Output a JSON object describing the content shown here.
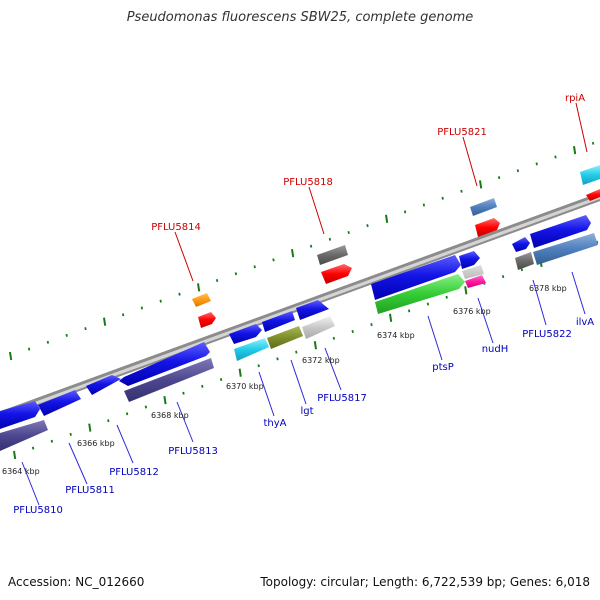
{
  "title": "Pseudomonas fluorescens SBW25, complete genome",
  "footer": {
    "accession": "Accession: NC_012660",
    "summary": "Topology: circular; Length: 6,722,539 bp; Genes: 6,018"
  },
  "colors": {
    "backbone": "#8c8c8c",
    "ticks": "#1a7a1a",
    "scale_label": "#222222",
    "label_red": "#cc0000",
    "label_blue": "#0000bb",
    "leader_red": "#cc0000",
    "leader_blue": "#2a2ae0"
  },
  "scale_labels": [
    "6364 kbp",
    "6366 kbp",
    "6368 kbp",
    "6370 kbp",
    "6372 kbp",
    "6374 kbp",
    "6376 kbp",
    "6378 kbp"
  ],
  "gene_labels_top": [
    "PFLU5814",
    "PFLU5818",
    "PFLU5821",
    "rpiA"
  ],
  "gene_labels_bottom": [
    "PFLU5810",
    "PFLU5811",
    "PFLU5812",
    "PFLU5813",
    "thyA",
    "lgt",
    "PFLU5817",
    "ptsP",
    "nudH",
    "PFLU5822",
    "ilvA"
  ]
}
